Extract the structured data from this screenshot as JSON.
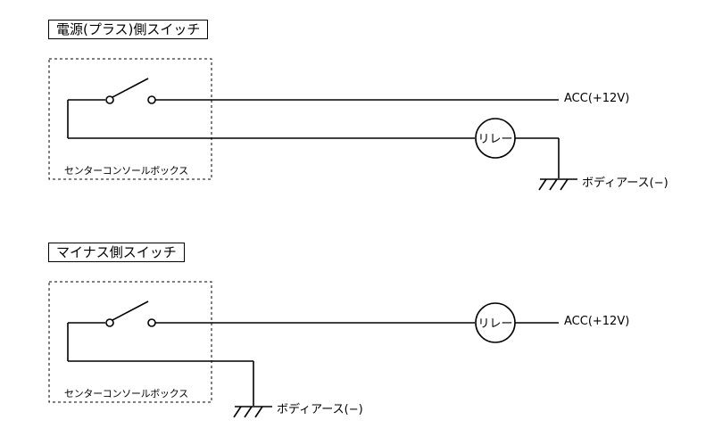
{
  "diagram_1": {
    "title": "電源(プラス)側スイッチ",
    "box_label": "センターコンソールボックス",
    "relay_label": "リレー",
    "acc_label": "ACC(+12V)",
    "ground_label": "ボディアース(−)"
  },
  "diagram_2": {
    "title": "マイナス側スイッチ",
    "box_label": "センターコンソールボックス",
    "relay_label": "リレー",
    "acc_label": "ACC(+12V)",
    "ground_label": "ボディアース(−)"
  },
  "colors": {
    "line": "#000000",
    "background": "#ffffff"
  }
}
